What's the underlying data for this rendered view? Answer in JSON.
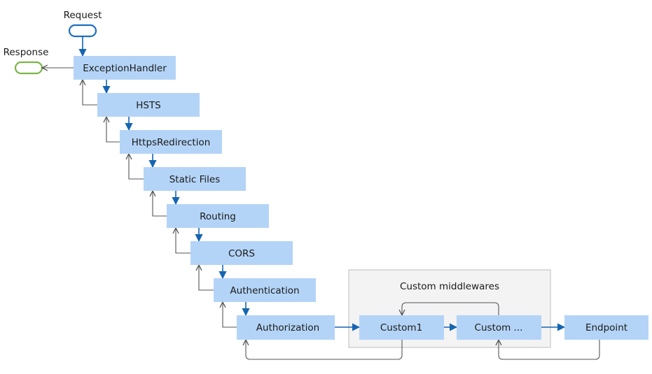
{
  "terminals": {
    "request": "Request",
    "response": "Response"
  },
  "group": {
    "title": "Custom middlewares"
  },
  "pipeline": [
    "ExceptionHandler",
    "HSTS",
    "HttpsRedirection",
    "Static Files",
    "Routing",
    "CORS",
    "Authentication",
    "Authorization"
  ],
  "tail": [
    "Custom1",
    "Custom ...",
    "Endpoint"
  ],
  "colors": {
    "node_fill": "#b4d4f7",
    "request_arrow": "#1565b0",
    "response_arrow": "#555555",
    "request_terminal": "#1e6fc0",
    "response_terminal": "#7ab648",
    "group_fill": "#f3f3f3",
    "group_border": "#bdbdbd"
  }
}
